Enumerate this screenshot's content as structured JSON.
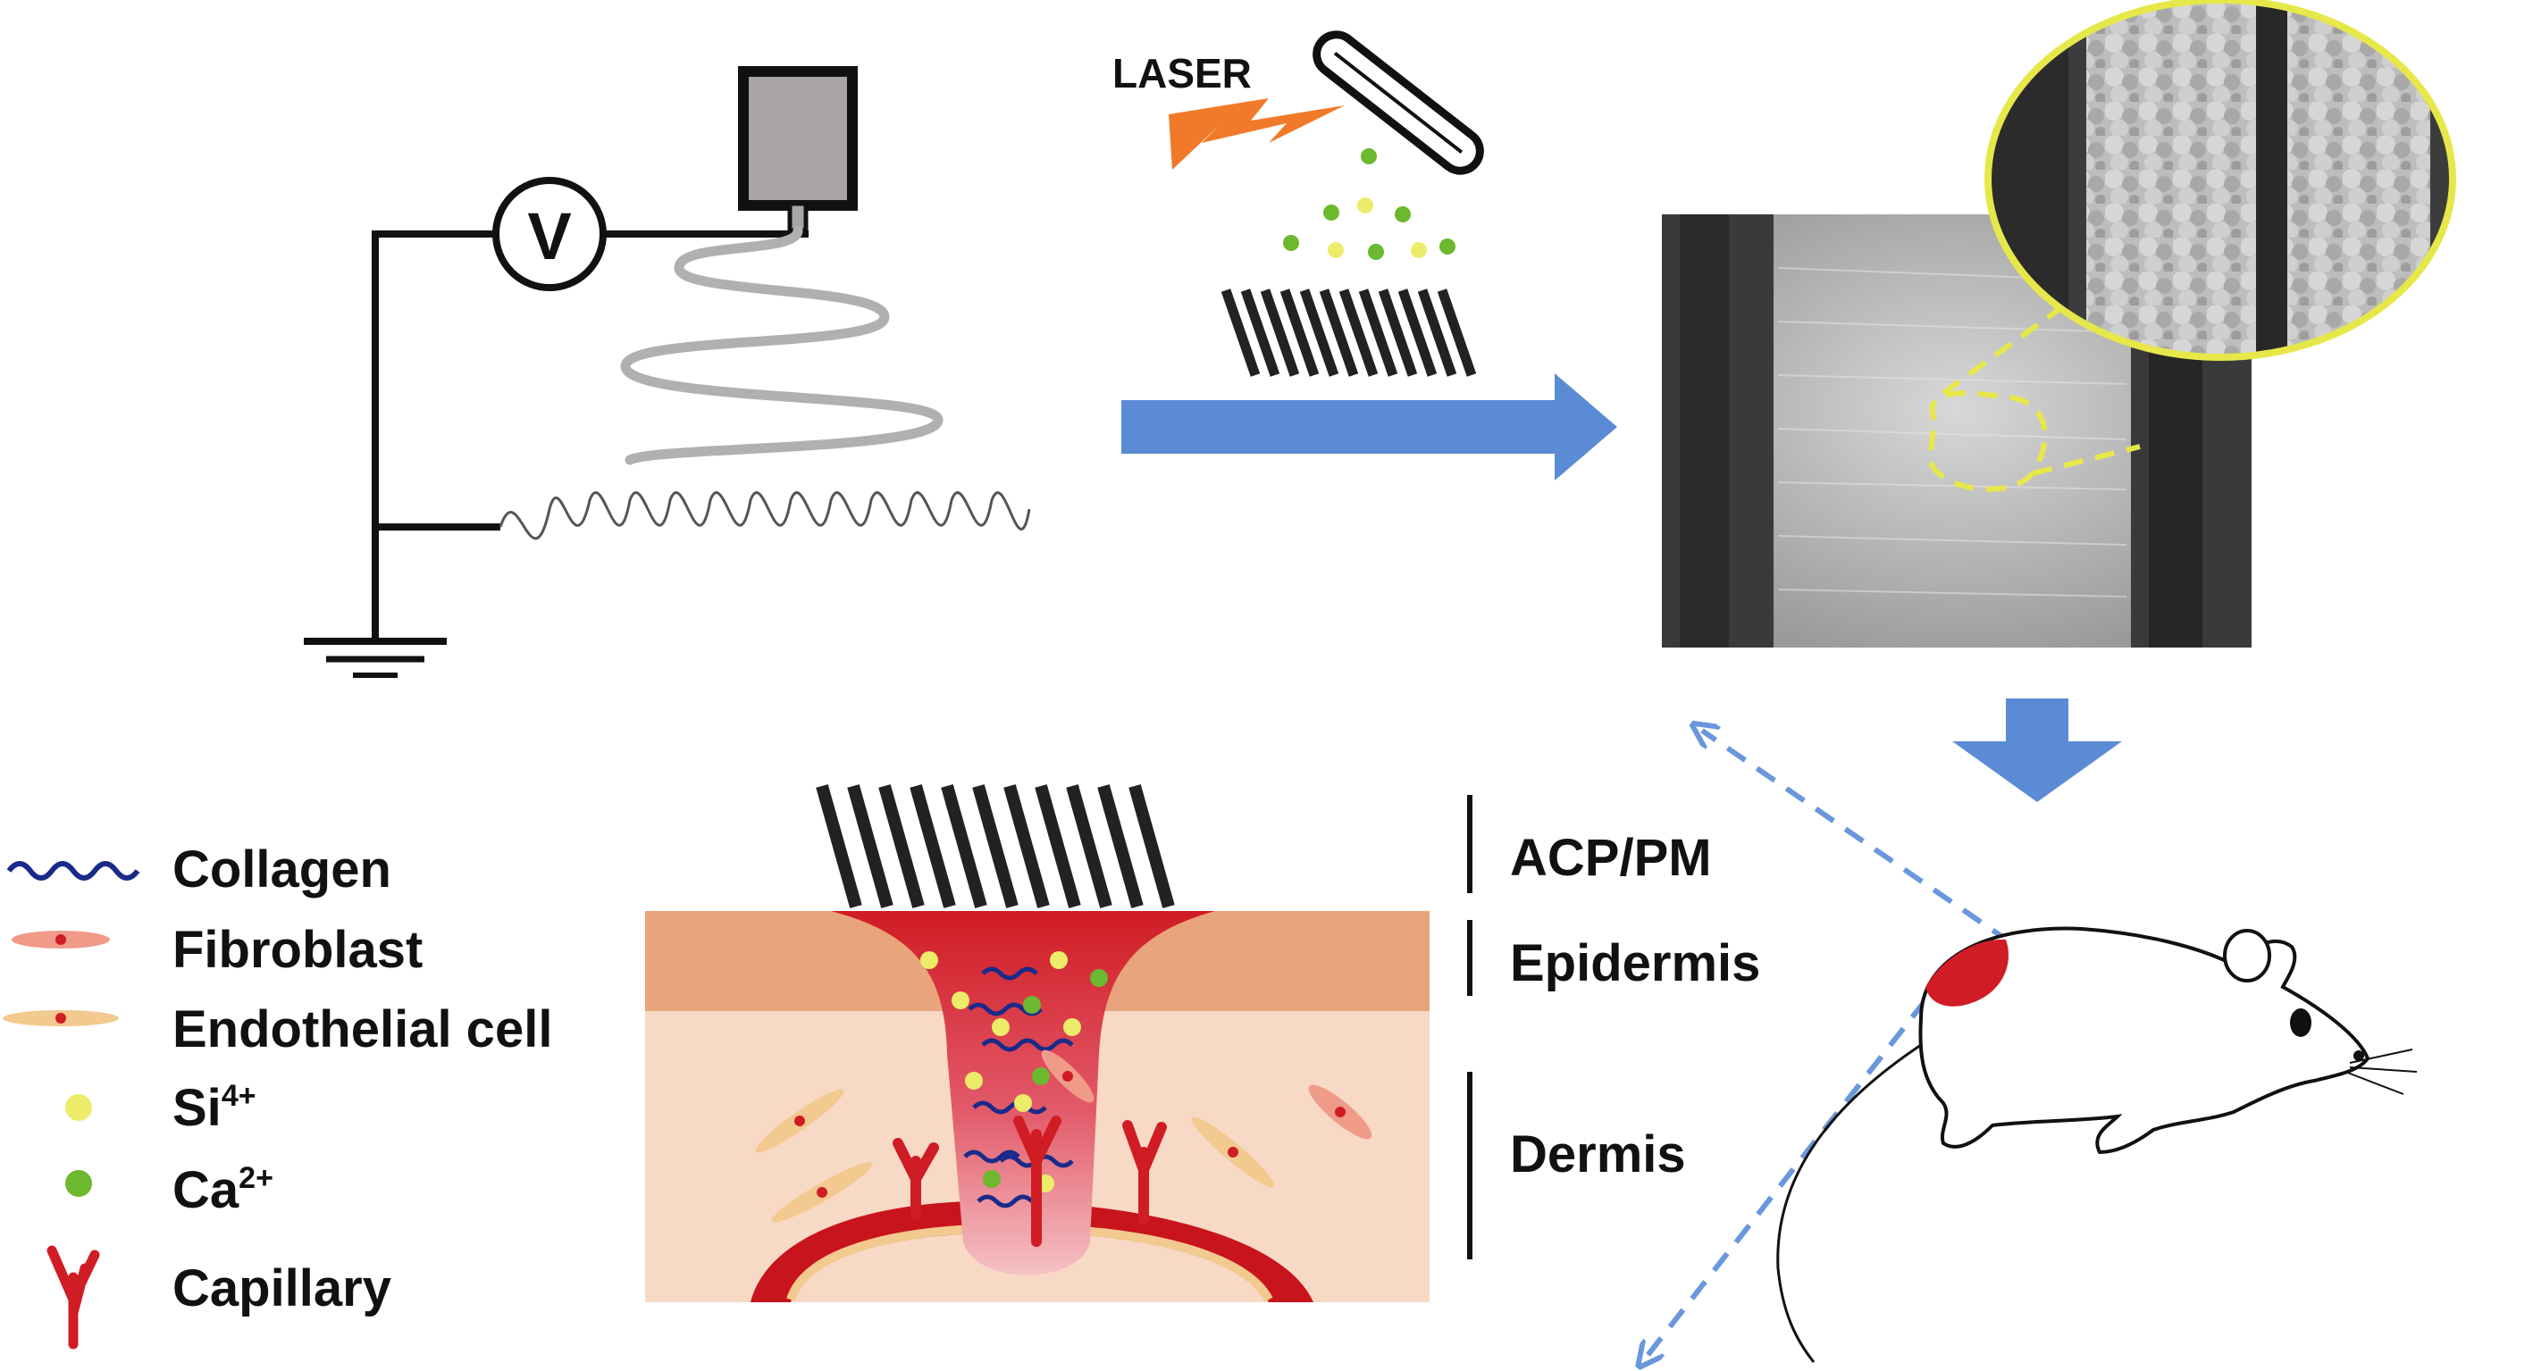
{
  "labels": {
    "voltmeter": "V",
    "laser": "LASER",
    "layer_top": "ACP/PM",
    "layer_mid": "Epidermis",
    "layer_bottom": "Dermis"
  },
  "legend": [
    {
      "icon": "collagen-icon",
      "label": "Collagen",
      "sup": ""
    },
    {
      "icon": "fibroblast-icon",
      "label": "Fibroblast",
      "sup": ""
    },
    {
      "icon": "endothelial-cell-icon",
      "label": "Endothelial cell",
      "sup": ""
    },
    {
      "icon": "si-ion-icon",
      "label": "Si",
      "sup": "4+"
    },
    {
      "icon": "ca-ion-icon",
      "label": "Ca",
      "sup": "2+"
    },
    {
      "icon": "capillary-icon",
      "label": "Capillary",
      "sup": ""
    }
  ],
  "colors": {
    "arrow": "#5b8bd4",
    "dashed_arrow": "#6a97dc",
    "laser": "#f07a2a",
    "si": "#ecec6a",
    "ca": "#6cb82e",
    "blood": "#d01c24",
    "epidermis": "#e8a47a",
    "dermis": "#f8d9c5",
    "collagen": "#1a2a8a",
    "highlight": "#e6e84a",
    "fiber": "#aaaaaa"
  }
}
